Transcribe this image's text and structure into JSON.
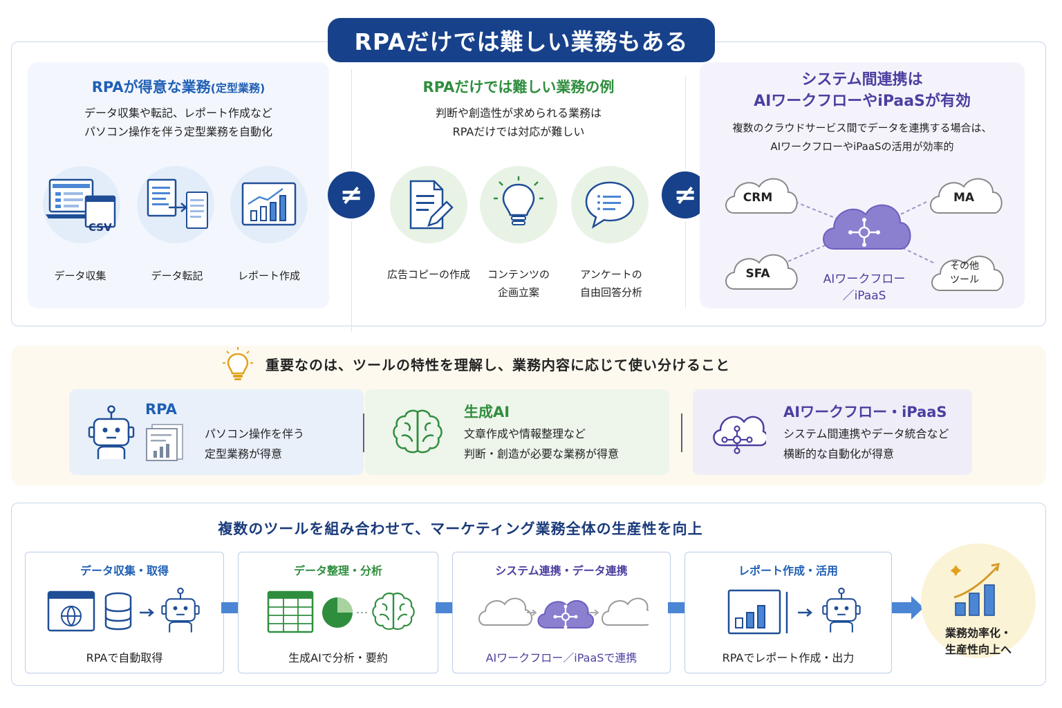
{
  "title": "RPAだけでは難しい業務もある",
  "left_panel": {
    "heading": "RPAが得意な業務",
    "heading_suffix": "(定型業務)",
    "desc_line1": "データ収集や転記、レポート作成など",
    "desc_line2": "パソコン操作を伴う定型業務を自動化",
    "csv_label": "CSV",
    "items": [
      {
        "label": "データ収集",
        "icon": "laptop-csv-icon"
      },
      {
        "label": "データ転記",
        "icon": "document-transfer-icon"
      },
      {
        "label": "レポート作成",
        "icon": "bar-chart-report-icon"
      }
    ]
  },
  "neq_symbol": "≠",
  "center_panel": {
    "heading": "RPAだけでは難しい業務の例",
    "desc_line1": "判断や創造性が求められる業務は",
    "desc_line2": "RPAだけでは対応が難しい",
    "items": [
      {
        "label_line1": "広告コピーの作成",
        "label_line2": "",
        "icon": "document-pen-icon"
      },
      {
        "label_line1": "コンテンツの",
        "label_line2": "企画立案",
        "icon": "lightbulb-icon"
      },
      {
        "label_line1": "アンケートの",
        "label_line2": "自由回答分析",
        "icon": "speech-bubble-icon"
      }
    ]
  },
  "right_panel": {
    "heading_line1": "システム間連携は",
    "heading_line2": "AIワークフローやiPaaSが有効",
    "desc_line1": "複数のクラウドサービス間でデータを連携する場合は、",
    "desc_line2": "AIワークフローやiPaaSの活用が効率的",
    "clouds": {
      "crm": "CRM",
      "ma": "MA",
      "sfa": "SFA",
      "other_line1": "その他",
      "other_line2": "ツール"
    },
    "hub_line1": "AIワークフロー",
    "hub_line2": "／iPaaS"
  },
  "middle": {
    "headline": "重要なのは、ツールの特性を理解し、業務内容に応じて使い分けること",
    "cards": [
      {
        "title": "RPA",
        "line1": "パソコン操作を伴う",
        "line2": "定型業務が得意",
        "color": "#1f5fb5"
      },
      {
        "title": "生成AI",
        "line1": "文章作成や情報整理など",
        "line2": "判断・創造が必要な業務が得意",
        "color": "#2f8e3e"
      },
      {
        "title": "AIワークフロー・iPaaS",
        "line1": "システム間連携やデータ統合など",
        "line2": "横断的な自動化が得意",
        "color": "#4a3fa0"
      }
    ]
  },
  "bottom": {
    "headline": "複数のツールを組み合わせて、マーケティング業務全体の生産性を向上",
    "steps": [
      {
        "title": "データ収集・取得",
        "footer": "RPAで自動取得",
        "color": "#1f5fb5"
      },
      {
        "title": "データ整理・分析",
        "footer": "生成AIで分析・要約",
        "color": "#2f8e3e"
      },
      {
        "title": "システム連携・データ連携",
        "footer": "AIワークフロー／iPaaSで連携",
        "color": "#4a3fa0"
      },
      {
        "title": "レポート作成・活用",
        "footer": "RPAでレポート作成・出力",
        "color": "#1f5fb5"
      }
    ],
    "result_line1": "業務効率化・",
    "result_line2": "生産性向上へ"
  }
}
